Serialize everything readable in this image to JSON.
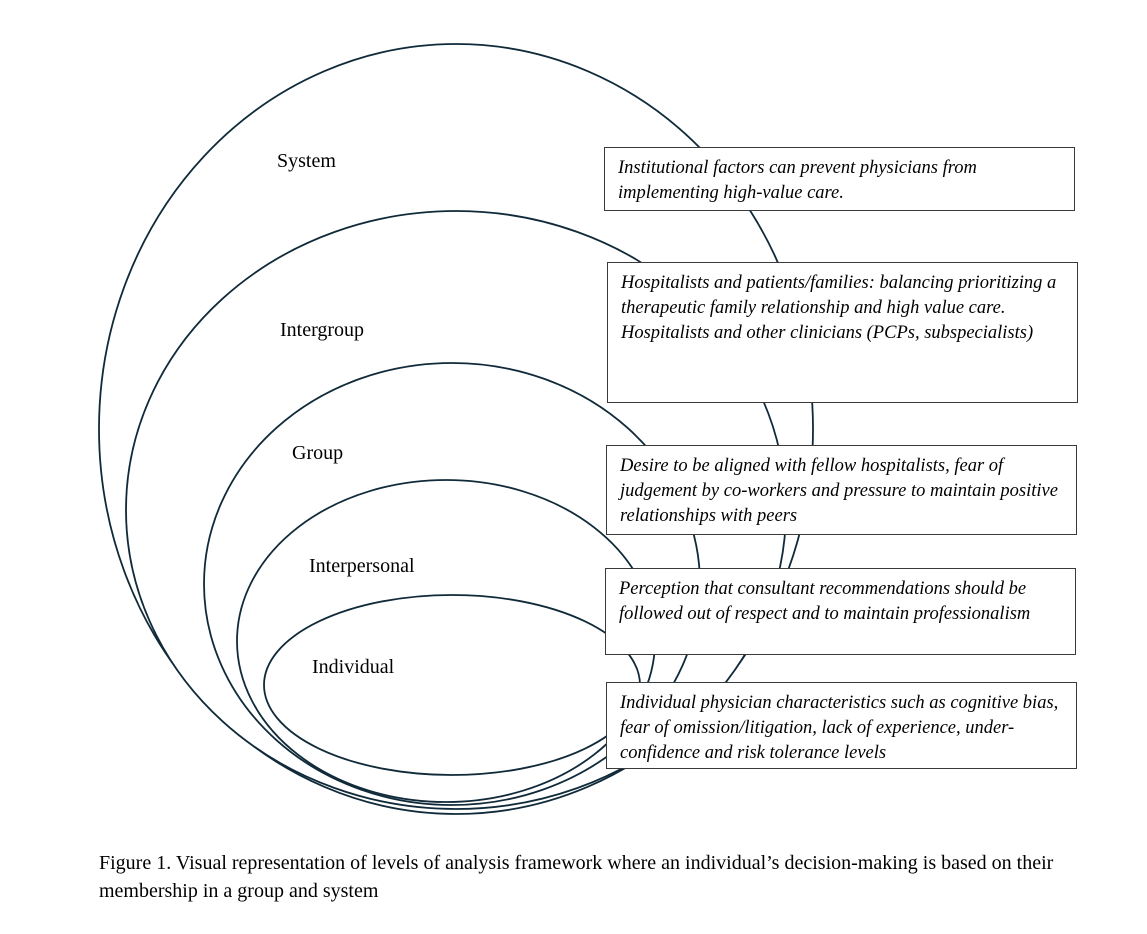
{
  "levels": [
    {
      "id": "system",
      "label": "System",
      "description": [
        "Institutional factors can prevent physicians from implementing high-value care."
      ]
    },
    {
      "id": "intergroup",
      "label": "Intergroup",
      "description": [
        "Hospitalists and patients/families: balancing prioritizing a therapeutic family relationship and high value care.",
        "Hospitalists and other clinicians (PCPs, subspecialists)"
      ]
    },
    {
      "id": "group",
      "label": "Group",
      "description": [
        "Desire to be aligned with fellow hospitalists, fear of judgement by co-workers and pressure to maintain positive relationships with peers"
      ]
    },
    {
      "id": "interpersonal",
      "label": "Interpersonal",
      "description": [
        "Perception that consultant recommendations should be followed out of respect and to maintain professionalism"
      ]
    },
    {
      "id": "individual",
      "label": "Individual",
      "description": [
        "Individual physician characteristics such as cognitive bias, fear of omission/litigation, lack of experience, under-confidence and risk tolerance levels"
      ]
    }
  ],
  "caption": "Figure 1. Visual representation of levels of analysis framework where an individual’s decision-making is based on their membership in a group and system",
  "colors": {
    "ellipse_stroke": "#102a3a",
    "box_border": "#3a3a3a",
    "text": "#000000"
  }
}
